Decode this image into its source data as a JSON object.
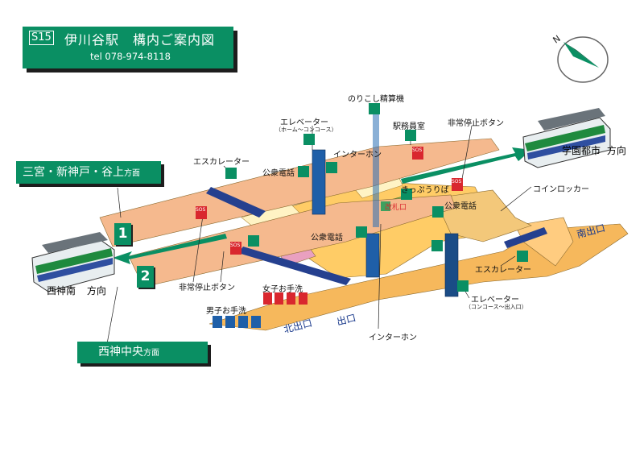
{
  "header": {
    "station_code": "S15",
    "title": "伊川谷駅　構内ご案内図",
    "tel": "tel 078-974-8118"
  },
  "directions": {
    "left_top_main": "三宮・新神戸・谷上",
    "left_top_suffix": "方面",
    "left_bottom_main": "西神中央",
    "left_bottom_suffix": "方面",
    "right_destination": "学園都市",
    "right_suffix": "方向",
    "left_destination": "西神南",
    "left_suffix": "方向"
  },
  "tracks": [
    "1",
    "2"
  ],
  "labels": {
    "fare_adjustment": "のりこし精算機",
    "elevator_top": "エレベーター",
    "elevator_top_sub": "（ホーム～コンコース）",
    "station_office": "駅務員室",
    "emergency_top": "非常停止ボタン",
    "escalator_top": "エスカレーター",
    "intercom_top": "インターホン",
    "payphone_top": "公衆電話",
    "ticket_area": "きっぷうりば",
    "ticket_gate": "改札口",
    "payphone_mid": "公衆電話",
    "coin_locker": "コインロッカー",
    "payphone_left": "公衆電話",
    "emergency_bottom": "非常停止ボタン",
    "womens_restroom": "女子お手洗",
    "mens_restroom": "男子お手洗",
    "escalator_right": "エスカレーター",
    "elevator_right": "エレベーター",
    "elevator_right_sub": "（コンコース～出入口）",
    "intercom_bottom": "インターホン",
    "exit_north": "北出口",
    "exit_north_2": "出口",
    "exit_south": "南出口",
    "sos": "SOS"
  },
  "colors": {
    "brand_green": "#0a8f63",
    "platform": "#f5b98e",
    "concourse": "#f6b85c",
    "elevator": "#1f5fa8",
    "escalator": "#25408f",
    "sos_red": "#d9272e"
  }
}
